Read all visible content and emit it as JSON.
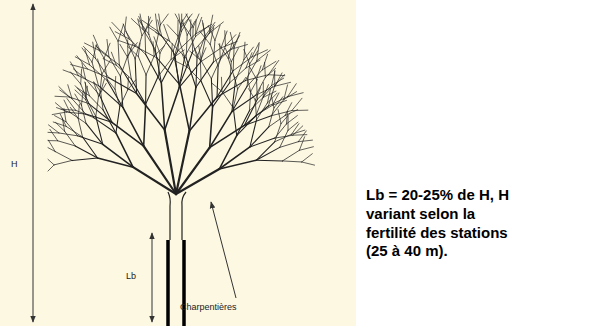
{
  "diagram": {
    "labels": [
      "H",
      "Lb",
      "Charpentières",
      "Lb = 20-25% de H, H variant selon la fertilité des stations (25 à 40 m)."
    ]
  }
}
